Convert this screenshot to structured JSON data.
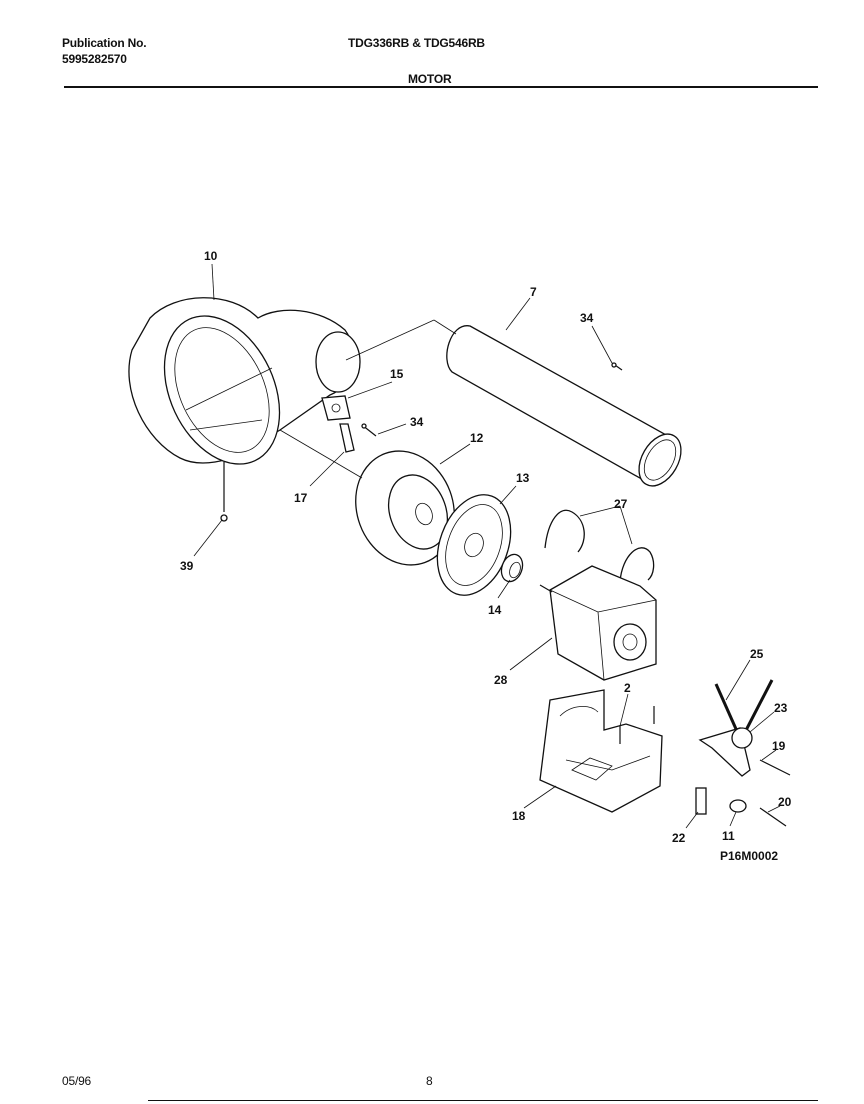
{
  "header": {
    "publication_label": "Publication No.",
    "publication_number": "5995282570",
    "model_numbers": "TDG336RB & TDG546RB",
    "section_title": "MOTOR"
  },
  "diagram": {
    "callouts": [
      "10",
      "7",
      "34",
      "15",
      "34",
      "12",
      "17",
      "13",
      "27",
      "39",
      "14",
      "28",
      "25",
      "2",
      "23",
      "19",
      "20",
      "18",
      "22",
      "11"
    ],
    "figure_code": "P16M0002"
  },
  "footer": {
    "date": "05/96",
    "page_number": "8"
  }
}
